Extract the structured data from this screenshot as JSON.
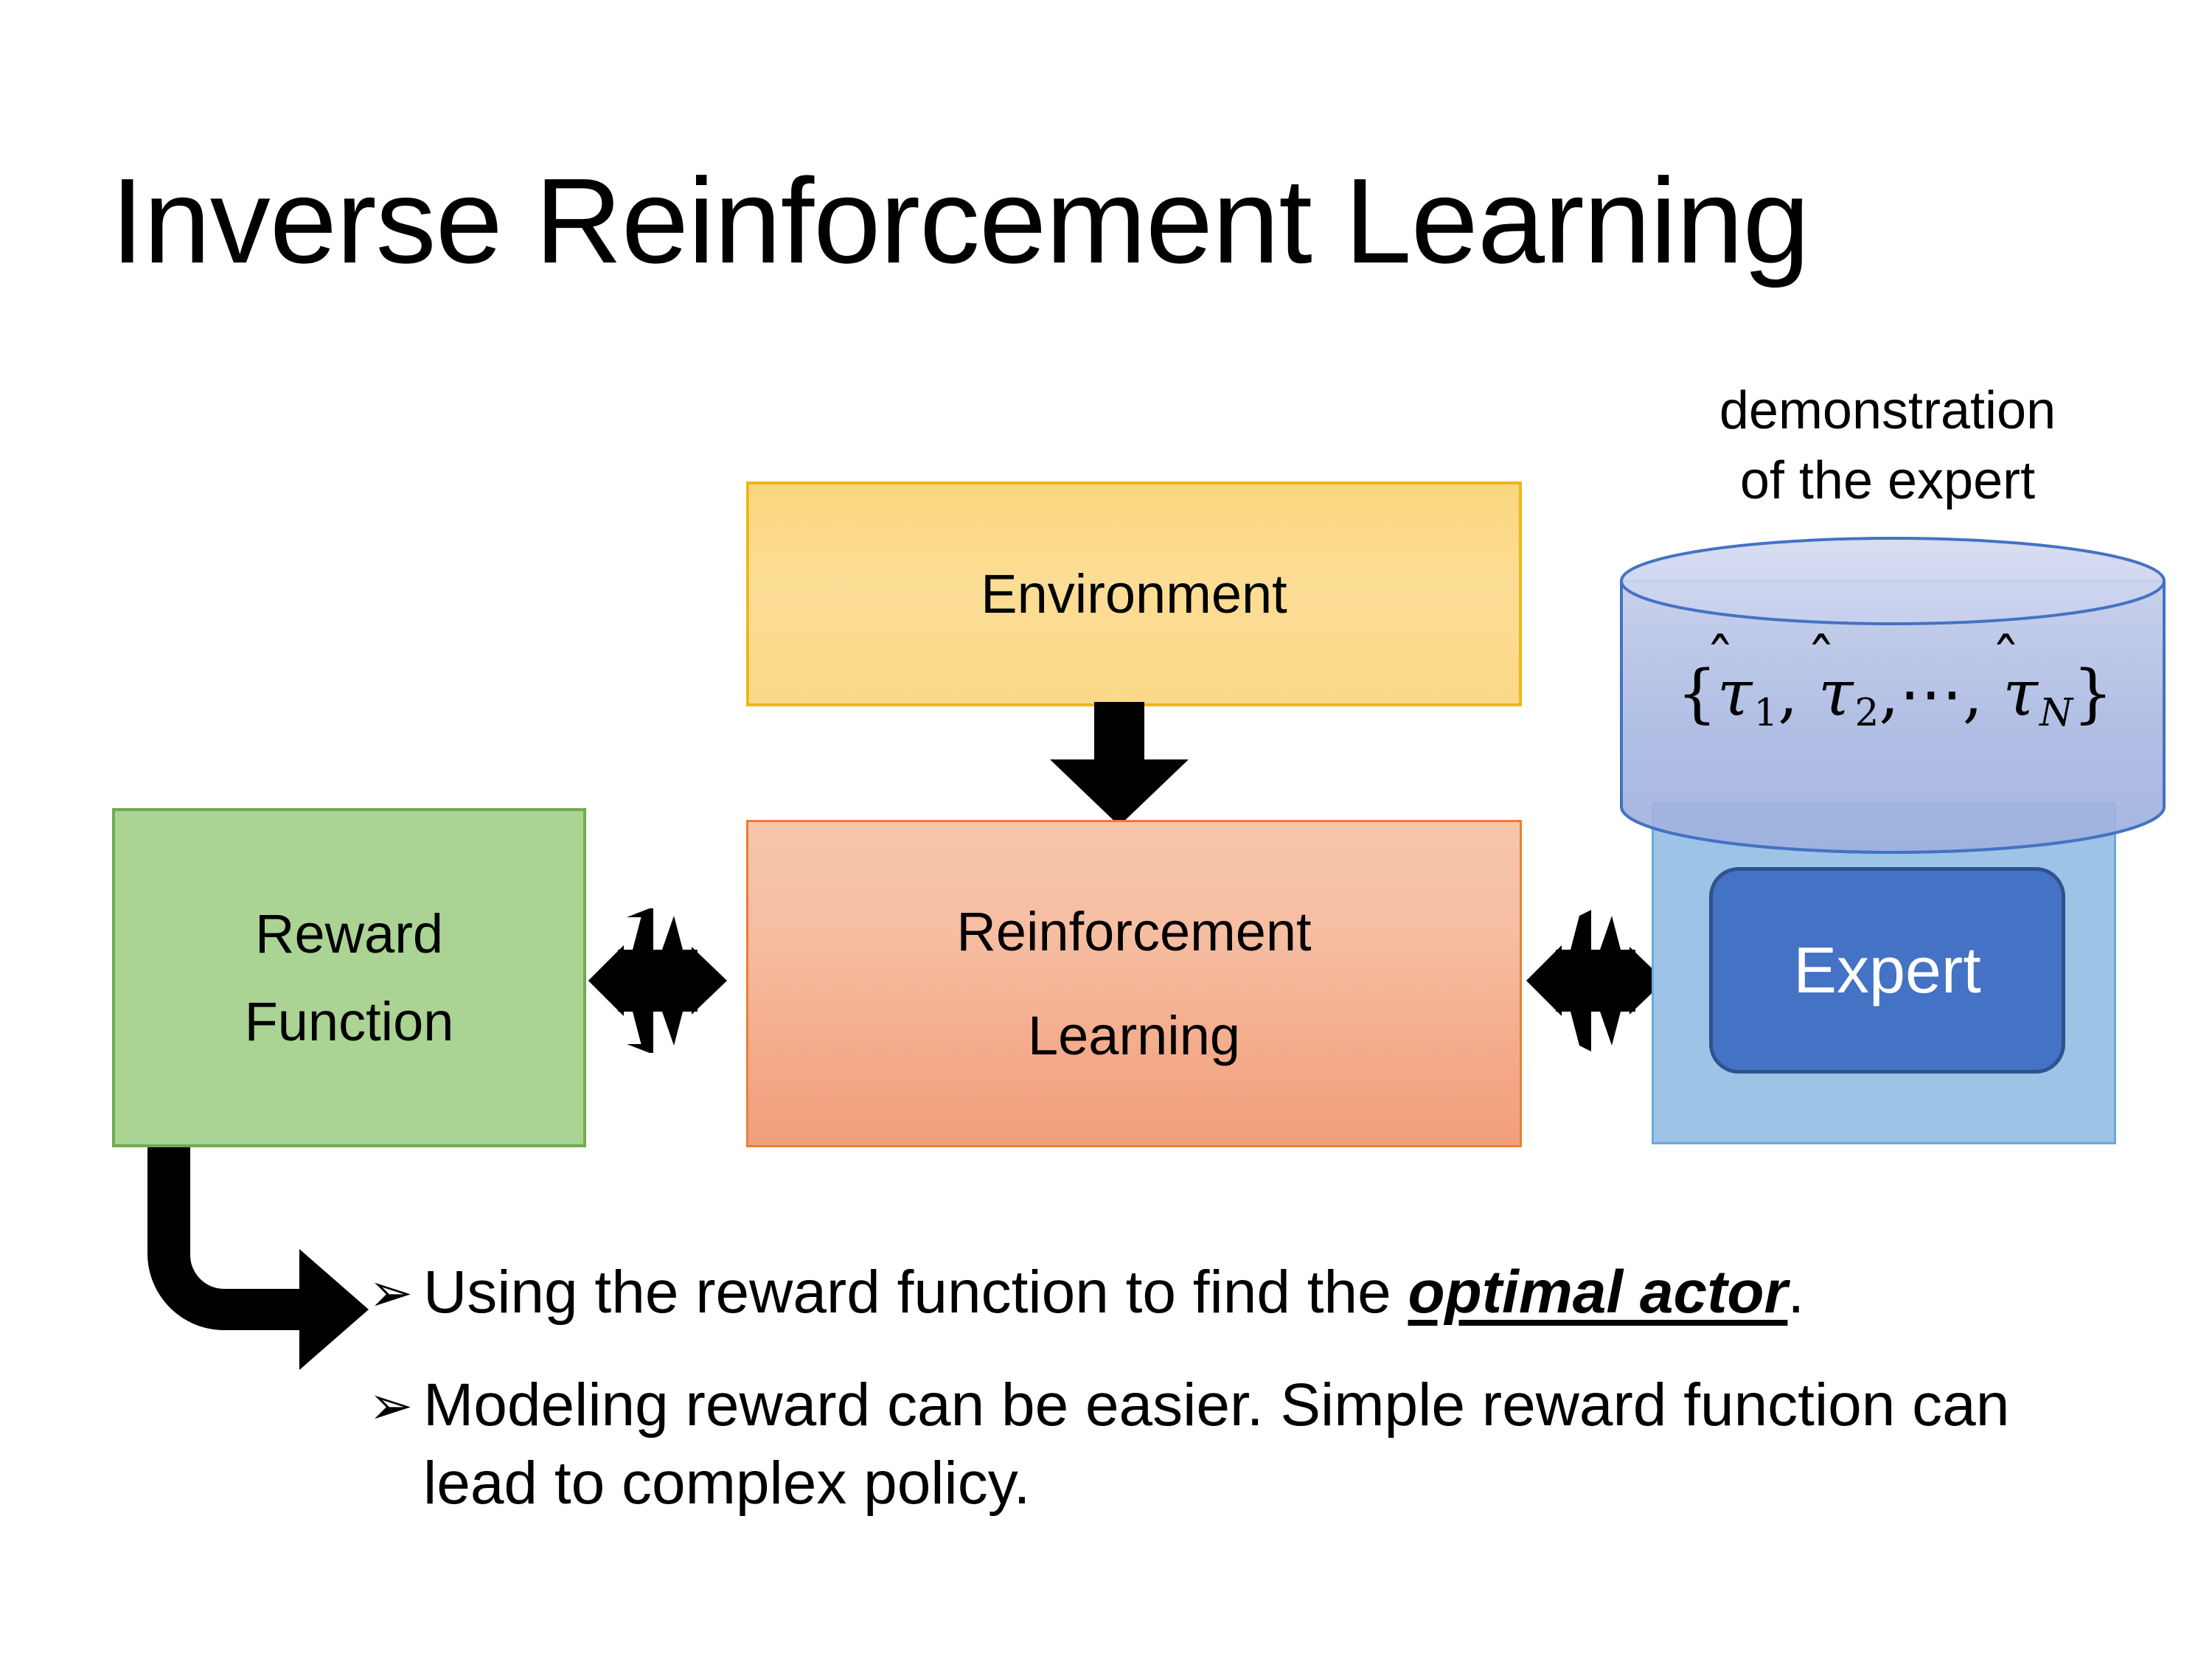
{
  "slide": {
    "title": "Inverse Reinforcement Learning",
    "background_color": "#ffffff"
  },
  "diagram": {
    "environment_box": {
      "label": "Environment",
      "fill_color": "#fcdd95",
      "border_color": "#f2b418"
    },
    "reward_box": {
      "label_line1": "Reward",
      "label_line2": "Function",
      "fill_color": "#aad394",
      "border_color": "#70ab4e"
    },
    "rl_box": {
      "label_line1": "Reinforcement",
      "label_line2": "Learning",
      "fill_color": "#f4a988",
      "border_color": "#ed7d31"
    },
    "expert_group": {
      "caption_line1": "demonstration",
      "caption_line2": "of the expert",
      "cylinder": {
        "set_open": "{",
        "tau": "τ",
        "hat": "̂",
        "sub1": "1",
        "sub2": "2",
        "subN": "N",
        "ellipsis": "⋯",
        "comma": ",",
        "set_close": "}",
        "fill_color": "#aab8e0",
        "top_fill_color": "#ccd6f0",
        "stroke_color": "#4472c4"
      },
      "backing_rect": {
        "fill_color": "#9dc3e6",
        "border_color": "#6fa8d6"
      },
      "expert_button": {
        "label": "Expert",
        "fill_color": "#4472c4",
        "border_color": "#2f528f",
        "text_color": "#ffffff"
      }
    },
    "connectors": {
      "environment_to_rl": "down-arrow",
      "reward_to_rl": "double-headed-arrow",
      "rl_to_expert": "double-headed-arrow",
      "reward_to_bullets": "elbow-arrow",
      "arrow_color": "#000000"
    }
  },
  "bullets": {
    "marker": "➢",
    "items": [
      {
        "before": "Using the reward function to find the ",
        "emphasis": "optimal actor",
        "after": "."
      },
      {
        "before": "Modeling reward can be easier. Simple reward function can lead to complex policy.",
        "emphasis": "",
        "after": ""
      }
    ]
  }
}
